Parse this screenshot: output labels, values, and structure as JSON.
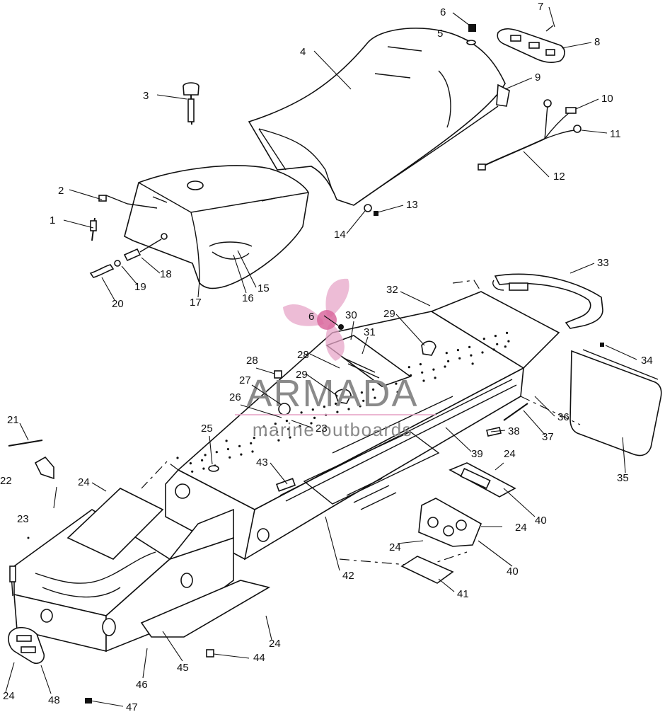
{
  "watermark": {
    "brand": "ARMADA",
    "tagline": "marine outboards",
    "logo_icon": "propeller-icon",
    "accent_color": "#e7a6c8"
  },
  "callouts": [
    {
      "id": "c1",
      "label": "1"
    },
    {
      "id": "c2",
      "label": "2"
    },
    {
      "id": "c3",
      "label": "3"
    },
    {
      "id": "c4",
      "label": "4"
    },
    {
      "id": "c5",
      "label": "5"
    },
    {
      "id": "c6a",
      "label": "6"
    },
    {
      "id": "c7",
      "label": "7"
    },
    {
      "id": "c8",
      "label": "8"
    },
    {
      "id": "c9",
      "label": "9"
    },
    {
      "id": "c10",
      "label": "10"
    },
    {
      "id": "c11",
      "label": "11"
    },
    {
      "id": "c12",
      "label": "12"
    },
    {
      "id": "c13",
      "label": "13"
    },
    {
      "id": "c14",
      "label": "14"
    },
    {
      "id": "c15",
      "label": "15"
    },
    {
      "id": "c16",
      "label": "16"
    },
    {
      "id": "c17",
      "label": "17"
    },
    {
      "id": "c18",
      "label": "18"
    },
    {
      "id": "c19",
      "label": "19"
    },
    {
      "id": "c20",
      "label": "20"
    },
    {
      "id": "c21",
      "label": "21"
    },
    {
      "id": "c22",
      "label": "22"
    },
    {
      "id": "c23a",
      "label": "23"
    },
    {
      "id": "c23b",
      "label": "23"
    },
    {
      "id": "c24a",
      "label": "24"
    },
    {
      "id": "c24b",
      "label": "24"
    },
    {
      "id": "c24c",
      "label": "24"
    },
    {
      "id": "c24d",
      "label": "24"
    },
    {
      "id": "c24e",
      "label": "24"
    },
    {
      "id": "c24f",
      "label": "24"
    },
    {
      "id": "c25",
      "label": "25"
    },
    {
      "id": "c26",
      "label": "26"
    },
    {
      "id": "c27",
      "label": "27"
    },
    {
      "id": "c28a",
      "label": "28"
    },
    {
      "id": "c28b",
      "label": "28"
    },
    {
      "id": "c29a",
      "label": "29"
    },
    {
      "id": "c29b",
      "label": "29"
    },
    {
      "id": "c6b",
      "label": "6"
    },
    {
      "id": "c30",
      "label": "30"
    },
    {
      "id": "c31",
      "label": "31"
    },
    {
      "id": "c32",
      "label": "32"
    },
    {
      "id": "c33",
      "label": "33"
    },
    {
      "id": "c34",
      "label": "34"
    },
    {
      "id": "c35",
      "label": "35"
    },
    {
      "id": "c36",
      "label": "36"
    },
    {
      "id": "c37",
      "label": "37"
    },
    {
      "id": "c38",
      "label": "38"
    },
    {
      "id": "c39",
      "label": "39"
    },
    {
      "id": "c40a",
      "label": "40"
    },
    {
      "id": "c40b",
      "label": "40"
    },
    {
      "id": "c41",
      "label": "41"
    },
    {
      "id": "c42",
      "label": "42"
    },
    {
      "id": "c43",
      "label": "43"
    },
    {
      "id": "c44",
      "label": "44"
    },
    {
      "id": "c45",
      "label": "45"
    },
    {
      "id": "c46",
      "label": "46"
    },
    {
      "id": "c47",
      "label": "47"
    },
    {
      "id": "c48",
      "label": "48"
    }
  ]
}
